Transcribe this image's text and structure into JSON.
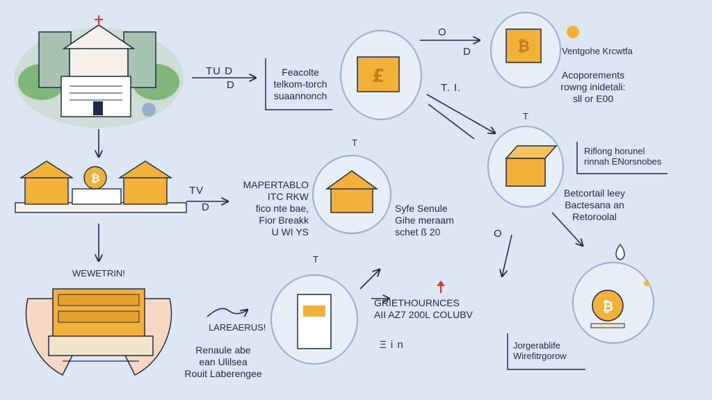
{
  "colors": {
    "background": "#dde6f3",
    "ink": "#1e2a44",
    "gold": "#f2b23a",
    "gold_dark": "#c07d1c",
    "circle_fill": "#e9eff8",
    "circle_ring": "#9fb2cc",
    "green": "#7fb77a",
    "accent_red": "#d63c2b"
  },
  "icons": {
    "bank": "bank-building-icon",
    "houses": "bitcoin-houses-icon",
    "laptop": "hands-laptop-icon",
    "bag": "euro-bag-icon",
    "house": "house-icon",
    "phone": "phone-document-icon",
    "frame": "bitcoin-frame-icon",
    "box": "package-box-icon",
    "coin": "bitcoin-coin-icon"
  },
  "labels": {
    "tud": "TU D",
    "tud_sub": "D",
    "tv": "TV",
    "tv_sub": "D",
    "o_d_top": "O",
    "o_d_bottom": "D",
    "t_i": "T. I.",
    "t_small_1": "T",
    "t_small_2": "T",
    "t_small_3": "T",
    "o_right": "O",
    "ei": "Ξ i n",
    "left_middle": "WEWETRIN!",
    "laptop_caption": "LAREAERUS!"
  },
  "texts": {
    "box_feacolte": [
      "Feacolte",
      "telkom-torch",
      "suaannonch"
    ],
    "mapertablo": [
      "MAPERTABLO",
      "ITC RKW",
      "fico nte bae,",
      "Fior Breakk",
      "U WI YS"
    ],
    "syfe": [
      "Syfe Senule",
      "Gihe meraam",
      "schet ß 20"
    ],
    "ventgohe": [
      "Ventgohe Krcwtfa"
    ],
    "acoporements": [
      "Acoporements",
      "rowng inidetali:",
      "sll or E00"
    ],
    "riflong": [
      "Riflong horunel",
      "rinnah ENorsnobes"
    ],
    "betcortail": [
      "Betcortail leey",
      "Bactesana an",
      "Retoroolal"
    ],
    "grieth": [
      "GRIETHOURNCES",
      "AII AZ7 200L COLUBV"
    ],
    "renable": [
      "Renaule abe",
      "ean Ulilsea",
      "Rouit Laberengee"
    ],
    "jorgerablife": [
      "Jorgerablife",
      "Wirefitrgorow"
    ]
  }
}
